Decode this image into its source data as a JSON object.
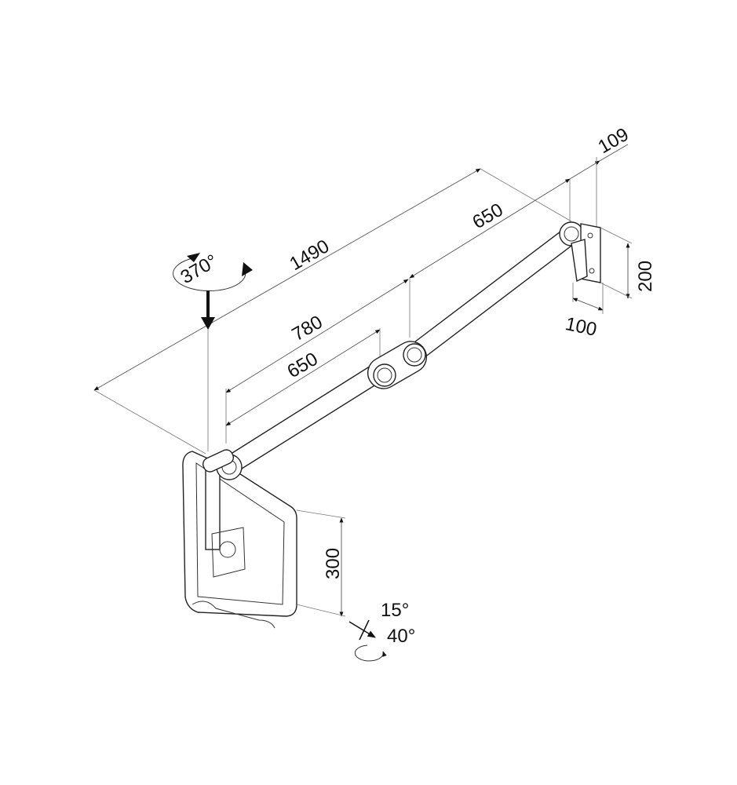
{
  "diagram": {
    "labels": {
      "total_reach": "1490",
      "upper_arm": "650",
      "reach_to_joint": "780",
      "lower_arm": "650",
      "rotation": "370°",
      "bracket_depth": "109",
      "bracket_height": "200",
      "bracket_width": "100",
      "height_adjust": "300",
      "tilt": "15°",
      "swivel": "40°"
    }
  }
}
